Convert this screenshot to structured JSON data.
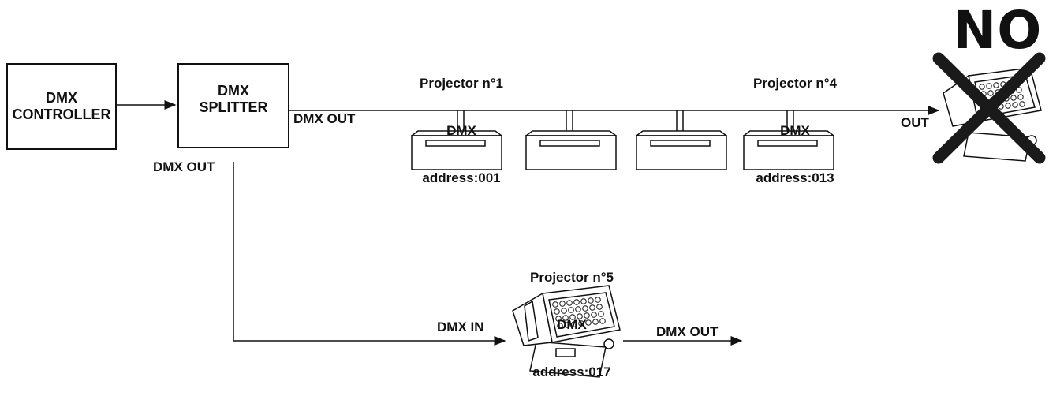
{
  "controller": {
    "line1": "DMX",
    "line2": "CONTROLLER"
  },
  "splitter": {
    "line1": "DMX",
    "line2": "SPLITTER"
  },
  "labels": {
    "splitter_out_right": "DMX OUT",
    "splitter_out_bottom": "DMX OUT",
    "chain_out": "OUT",
    "dmx_in": "DMX IN",
    "proj5_out": "DMX OUT",
    "no": "NO"
  },
  "projectors": {
    "p1": {
      "line1": "Projector n°1",
      "line2": "DMX",
      "line3": "address:001"
    },
    "p4": {
      "line1": "Projector n°4",
      "line2": "DMX",
      "line3": "address:013"
    },
    "p5": {
      "line1": "Projector n°5",
      "line2": "DMX",
      "line3": "address:017"
    }
  },
  "colors": {
    "ink": "#111111",
    "cross": "#1a1a1a"
  }
}
